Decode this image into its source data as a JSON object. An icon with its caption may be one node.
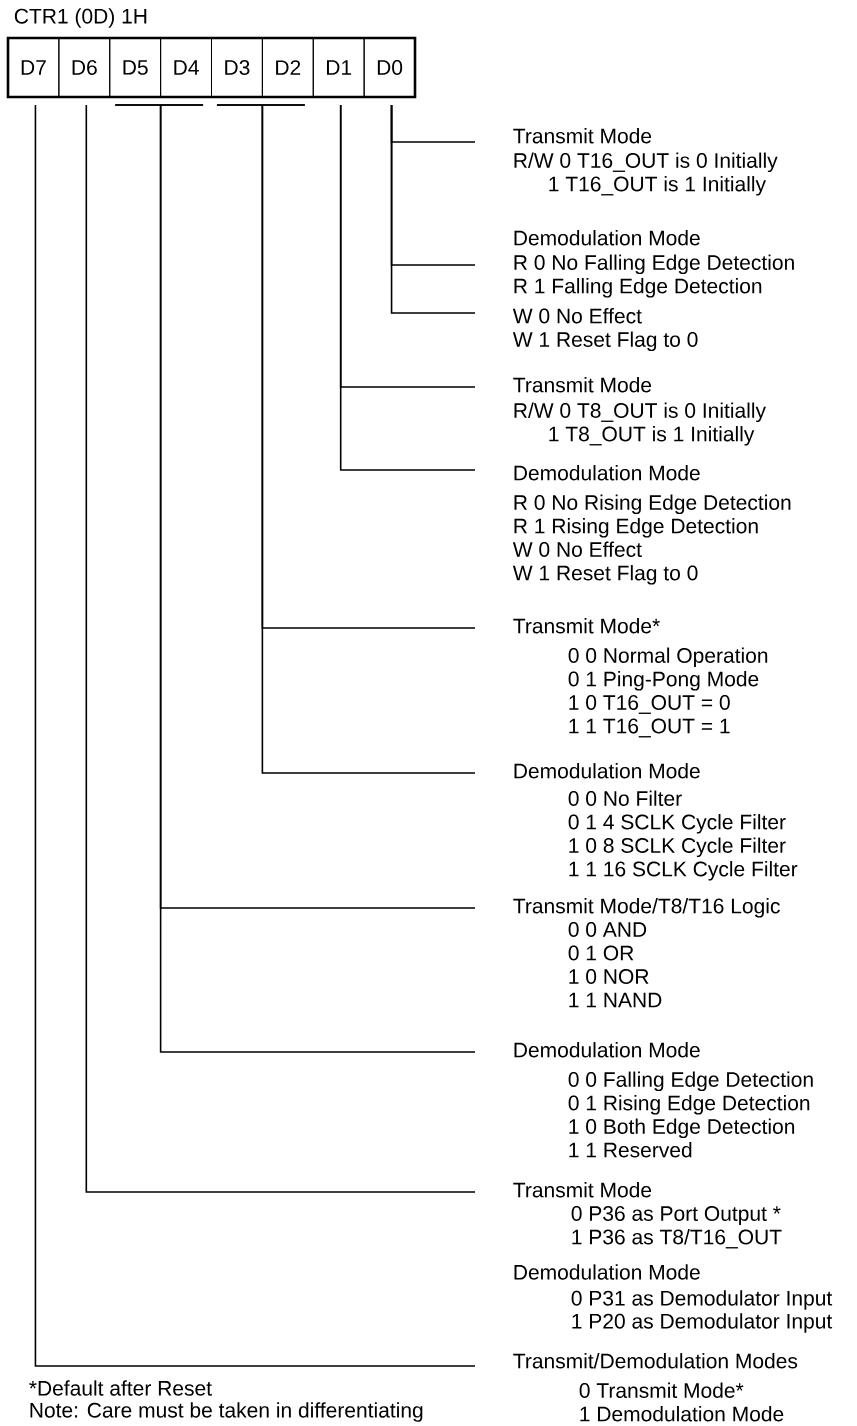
{
  "diagram": {
    "title": "CTR1 (0D) 1H",
    "nodes": [
      {
        "text": [
          "D7"
        ]
      },
      {
        "text": [
          "D6"
        ]
      },
      {
        "text": [
          "D5"
        ]
      },
      {
        "text": [
          "D4"
        ]
      },
      {
        "text": [
          "D3"
        ]
      },
      {
        "text": [
          "D2"
        ]
      },
      {
        "text": [
          "D1"
        ]
      },
      {
        "text": [
          "D0"
        ]
      },
      {
        "text": [
          "Transmit Mode",
          "R/W 0 T16_OUT is 0 Initially",
          "1 T16_OUT is 1 Initially"
        ]
      },
      {
        "text": [
          "Demodulation Mode",
          "R 0 No Falling Edge Detection",
          "R 1 Falling Edge Detection"
        ]
      },
      {
        "text": [
          "W 0 No Effect",
          "W 1 Reset Flag to 0"
        ]
      },
      {
        "text": [
          "Transmit Mode",
          "R/W 0 T8_OUT is 0 Initially",
          "1 T8_OUT is 1 Initially"
        ]
      },
      {
        "text": [
          "Demodulation Mode",
          "R 0 No Rising Edge Detection",
          "R 1 Rising Edge Detection",
          "W 0 No Effect",
          "W 1 Reset Flag to 0"
        ]
      },
      {
        "text": [
          "Transmit Mode*",
          "0 0 Normal Operation",
          "0 1 Ping-Pong Mode",
          "1 0 T16_OUT = 0",
          "1 1 T16_OUT = 1"
        ]
      },
      {
        "text": [
          "Demodulation Mode",
          "0 0 No Filter",
          "0 1 4 SCLK Cycle Filter",
          "1 0 8 SCLK Cycle Filter",
          "1 1 16 SCLK Cycle Filter"
        ]
      },
      {
        "text": [
          "Transmit Mode/T8/T16 Logic",
          "0 0 AND",
          "0 1 OR",
          "1 0 NOR",
          "1 1 NAND"
        ]
      },
      {
        "text": [
          "Demodulation Mode",
          "0 0 Falling Edge Detection",
          "0 1 Rising Edge Detection",
          "1 0 Both Edge Detection",
          "1 1 Reserved"
        ]
      },
      {
        "text": [
          "Transmit Mode",
          "0 P36 as Port Output *",
          "1 P36 as T8/T16_OUT"
        ]
      },
      {
        "text": [
          "Transmit/Demodulation Modes",
          "0 Transmit Mode*",
          "1 Demodulation Mode"
        ]
      }
    ],
    "edges": [
      {
        "from": 7,
        "to": 8,
        "arrow": "none"
      },
      {
        "from": 7,
        "to": 9,
        "arrow": "none"
      },
      {
        "from": 7,
        "to": 10,
        "arrow": "none"
      },
      {
        "from": 6,
        "to": 11,
        "arrow": "none"
      },
      {
        "from": 6,
        "to": 12,
        "arrow": "none"
      },
      {
        "from": 4,
        "to": 13,
        "arrow": "none"
      },
      {
        "from": 5,
        "to": 13,
        "arrow": "none"
      },
      {
        "from": 4,
        "to": 14,
        "arrow": "none"
      },
      {
        "from": 5,
        "to": 14,
        "arrow": "none"
      },
      {
        "from": 2,
        "to": 15,
        "arrow": "none"
      },
      {
        "from": 3,
        "to": 15,
        "arrow": "none"
      },
      {
        "from": 2,
        "to": 16,
        "arrow": "none"
      },
      {
        "from": 3,
        "to": 16,
        "arrow": "none"
      },
      {
        "from": 1,
        "to": 17,
        "arrow": "none"
      },
      {
        "from": 0,
        "to": 18,
        "arrow": "none"
      }
    ],
    "labels": [
      "Demodulation Mode",
      "0 P31 as Demodulator Input",
      "1 P20 as Demodulator Input",
      "*Default after Reset",
      "Note: Care must be taken in differentiating"
    ]
  }
}
